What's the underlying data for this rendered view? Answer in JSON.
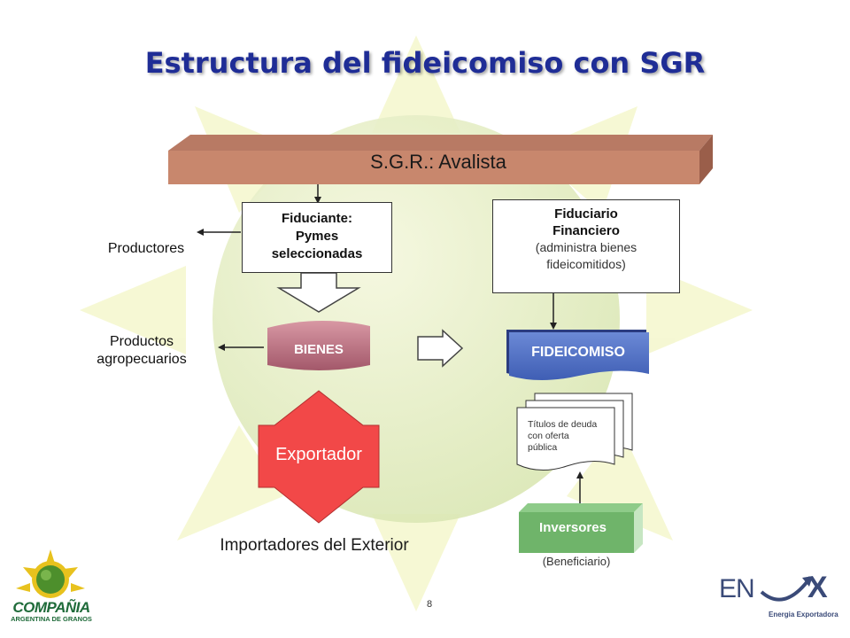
{
  "title": "Estructura del fideicomiso con SGR",
  "sgr": {
    "label": "S.G.R.: Avalista"
  },
  "fiduciante": {
    "line1": "Fiduciante:",
    "line2": "Pymes",
    "line3": "seleccionadas"
  },
  "fiduciario": {
    "line1": "Fiduciario",
    "line2": "Financiero",
    "line3": "(administra bienes",
    "line4": "fideicomitidos)"
  },
  "productores": "Productores",
  "productos": {
    "line1": "Productos",
    "line2": "agropecuarios"
  },
  "bienes": "BIENES",
  "fideicomiso": "FIDEICOMISO",
  "exportador": "Exportador",
  "titulos": {
    "line1": "Títulos de deuda",
    "line2": "con oferta",
    "line3": "pública"
  },
  "inversores": "Inversores",
  "beneficiario": "(Beneficiario)",
  "importadores": "Importadores del Exterior",
  "page_number": "8",
  "logo_left": {
    "line1": "COMPAÑIA",
    "line2": "ARGENTINA DE GRANOS"
  },
  "logo_right": {
    "part1": "EN",
    "part2": "X",
    "tagline": "Energia Exportadora"
  },
  "colors": {
    "title": "#1f2d96",
    "sgr_bar": "#c8876d",
    "bienes": "#b86a78",
    "fideicomiso": "#4f6fc4",
    "exportador": "#f24848",
    "inversores": "#6fb46a",
    "sun_bg": "#eef2b0"
  }
}
